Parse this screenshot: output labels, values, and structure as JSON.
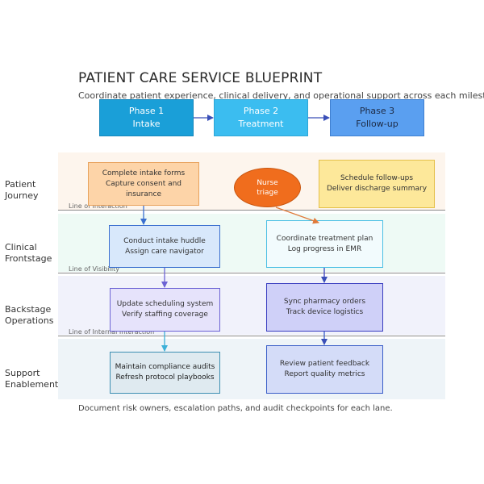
{
  "title": "PATIENT CARE SERVICE BLUEPRINT",
  "subtitle": "Coordinate patient experience, clinical delivery, and operational support across each milestone",
  "phases": [
    {
      "line1": "Phase 1",
      "line2": "Intake",
      "color": "#1a9fd8"
    },
    {
      "line1": "Phase 2",
      "line2": "Treatment",
      "color": "#3bbdf0"
    },
    {
      "line1": "Phase 3",
      "line2": "Follow-up",
      "color": "#5a9ff0"
    }
  ],
  "lanes": [
    {
      "label_line1": "Patient",
      "label_line2": "Journey",
      "color": "#fdf5ed"
    },
    {
      "label_line1": "Clinical",
      "label_line2": "Frontstage",
      "color": "#eefaf5"
    },
    {
      "label_line1": "Backstage",
      "label_line2": "Operations",
      "color": "#f1f2fb"
    },
    {
      "label_line1": "Support",
      "label_line2": "Enablement",
      "color": "#eef4f8"
    }
  ],
  "separators": [
    {
      "label": "Line of Interaction"
    },
    {
      "label": "Line of Visibility"
    },
    {
      "label": "Line of Internal Interaction"
    }
  ],
  "nodes": {
    "intake_forms": {
      "line1": "Complete intake forms",
      "line2": "Capture consent and insurance"
    },
    "nurse_triage": {
      "line1": "Nurse",
      "line2": "triage"
    },
    "schedule_followups": {
      "line1": "Schedule follow-ups",
      "line2": "Deliver discharge summary"
    },
    "intake_huddle": {
      "line1": "Conduct intake huddle",
      "line2": "Assign care navigator"
    },
    "treatment_plan": {
      "line1": "Coordinate treatment plan",
      "line2": "Log progress in EMR"
    },
    "scheduling_system": {
      "line1": "Update scheduling system",
      "line2": "Verify staffing coverage"
    },
    "pharmacy_orders": {
      "line1": "Sync pharmacy orders",
      "line2": "Track device logistics"
    },
    "compliance_audits": {
      "line1": "Maintain compliance audits",
      "line2": "Refresh protocol playbooks"
    },
    "patient_feedback": {
      "line1": "Review patient feedback",
      "line2": "Report quality metrics"
    }
  },
  "footer": "Document risk owners, escalation paths, and audit checkpoints for each lane."
}
